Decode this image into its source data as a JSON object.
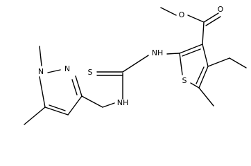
{
  "atoms": {
    "ester_o_carbonyl": "O",
    "ester_o_ether": "O",
    "thioamide_nh_right": "NH",
    "thiocarbonyl_s": "S",
    "thioamide_nh_left": "NH",
    "thiophene_s": "S",
    "pyrazole_n1": "N",
    "pyrazole_n2": "N"
  },
  "colors": {
    "bond": "#000000",
    "label": "#000000",
    "background": "#ffffff"
  }
}
